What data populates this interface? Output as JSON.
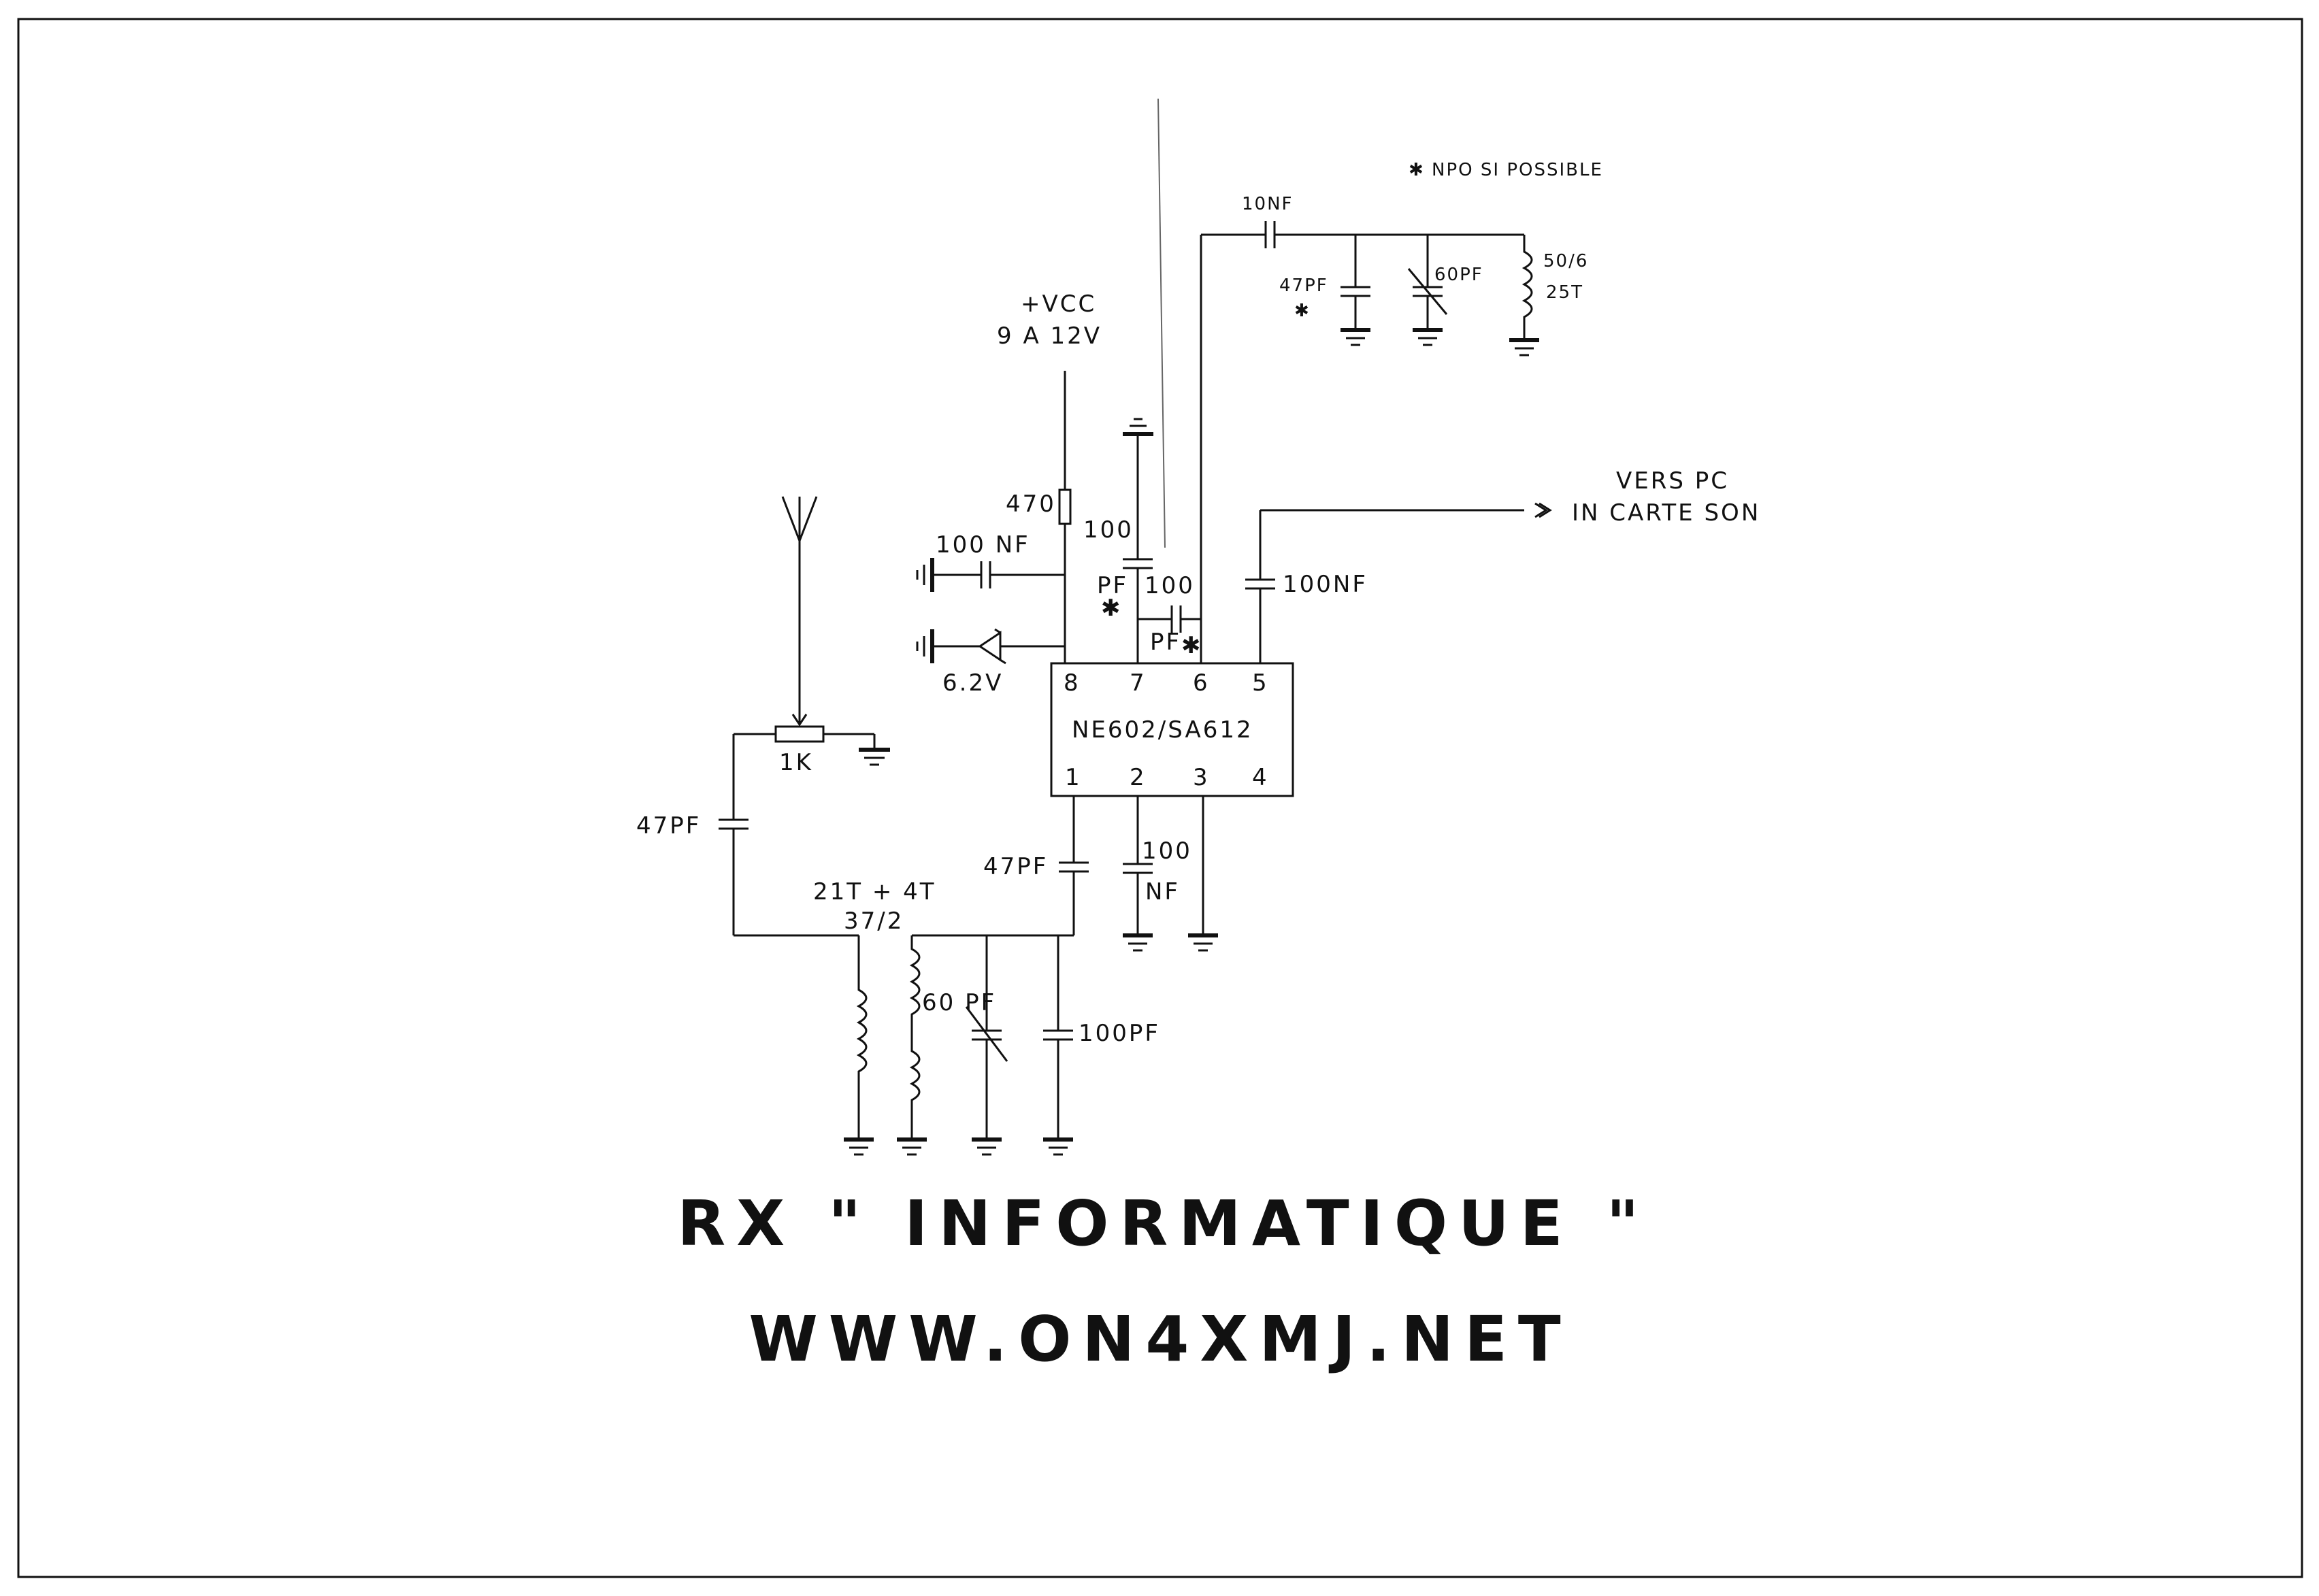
{
  "title": "RX \" INFORMATIQUE \"",
  "website": "WWW.ON4XMJ.NET",
  "note": "✱ NPO SI POSSIBLE",
  "ic": {
    "name": "NE602/SA612",
    "pins_top": [
      "8",
      "7",
      "6",
      "5"
    ],
    "pins_bottom": [
      "1",
      "2",
      "3",
      "4"
    ]
  },
  "supply": {
    "line1": "+VCC",
    "line2": "9 A 12V"
  },
  "output": {
    "line1": "VERS PC",
    "line2": "IN CARTE SON"
  },
  "labels": {
    "r470": "470",
    "c100nf_left": "100 NF",
    "zener": "6.2V",
    "c100_top": "100",
    "pf_a": "PF",
    "star_a": "✱",
    "c100_mid": "100",
    "pf_b": "PF",
    "star_b": "✱",
    "c100nf_out": "100NF",
    "c10nf": "10NF",
    "c47pf_tank": "47PF",
    "star_tank": "✱",
    "c60pf_tank": "60PF",
    "coil_osc_a": "50/6",
    "coil_osc_b": "25T",
    "pot_1k": "1K",
    "c47pf_ant": "47PF",
    "coil_in_a": "21T + 4T",
    "coil_in_b": "37/2",
    "c47pf_in": "47PF",
    "c100_pin2": "100",
    "nf_pin2": "NF",
    "c60pf_in": "60 PF",
    "c100pf_in": "100PF"
  }
}
